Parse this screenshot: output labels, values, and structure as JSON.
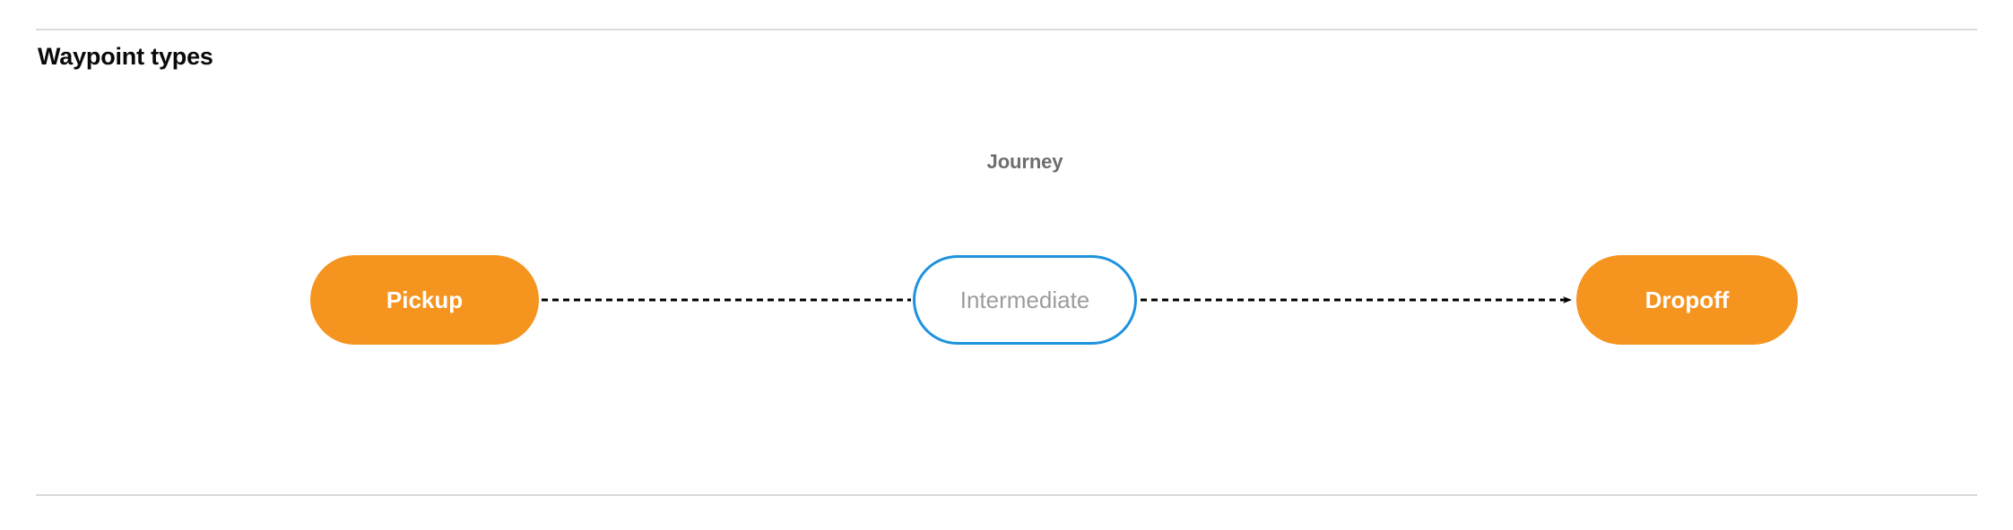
{
  "section": {
    "title": "Waypoint types"
  },
  "diagram": {
    "group_label": "Journey",
    "nodes": [
      {
        "id": "pickup",
        "label": "Pickup",
        "style": "filled",
        "fill": "#f5941e",
        "text_color": "#ffffff",
        "shape": "pill"
      },
      {
        "id": "intermediate",
        "label": "Intermediate",
        "style": "outlined",
        "fill": "#ffffff",
        "border_color": "#1e92de",
        "text_color": "#9c9c9c",
        "shape": "pill"
      },
      {
        "id": "dropoff",
        "label": "Dropoff",
        "style": "filled",
        "fill": "#f5941e",
        "text_color": "#ffffff",
        "shape": "pill"
      }
    ],
    "connectors": [
      {
        "from": "pickup",
        "to": "intermediate",
        "line_style": "dashed",
        "color": "#000000",
        "arrowhead": false
      },
      {
        "from": "intermediate",
        "to": "dropoff",
        "line_style": "dashed",
        "color": "#000000",
        "arrowhead": true
      }
    ]
  },
  "colors": {
    "accent_orange": "#f5941e",
    "accent_blue": "#1e92de",
    "rule": "#dadada",
    "muted_text": "#6d6d6d"
  }
}
